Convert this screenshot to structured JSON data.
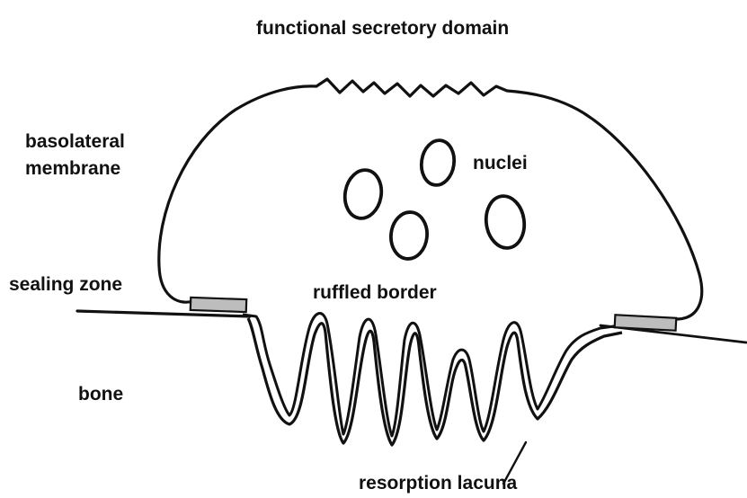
{
  "labels": {
    "top": "functional secretory domain",
    "basolateral_line1": "basolateral",
    "basolateral_line2": "membrane",
    "nuclei": "nuclei",
    "sealing_zone": "sealing zone",
    "ruffled_border": "ruffled border",
    "bone": "bone",
    "resorption_lacuna": "resorption lacuna"
  },
  "colors": {
    "ink": "#111111",
    "background": "#ffffff",
    "sealing_zone_fill": "#bdbdbd"
  }
}
